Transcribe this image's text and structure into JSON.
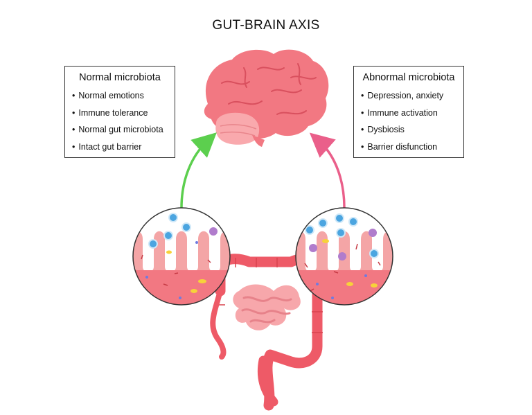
{
  "title": "GUT-BRAIN AXIS",
  "normal": {
    "heading": "Normal microbiota",
    "items": [
      "Normal emotions",
      "Immune tolerance",
      "Normal gut microbiota",
      "Intact gut barrier"
    ]
  },
  "abnormal": {
    "heading": "Abnormal microbiota",
    "items": [
      "Depression, anxiety",
      "Immune activation",
      "Dysbiosis",
      "Barrier disfunction"
    ]
  },
  "colors": {
    "brain": "#f27882",
    "cerebellum": "#f9a9ad",
    "intestine": "#ee5a67",
    "small_intestine": "#f7a7ab",
    "normal_arrow": "#5ccf4e",
    "abnormal_arrow": "#ea5f8a",
    "villi_fill": "#f4a5a6",
    "bacteria_blue": "#4ba5e0",
    "immune_purple": "#b07ccc"
  },
  "icons": [
    "brain-icon",
    "intestine-icon",
    "normal-villi-magnifier",
    "abnormal-villi-magnifier"
  ]
}
